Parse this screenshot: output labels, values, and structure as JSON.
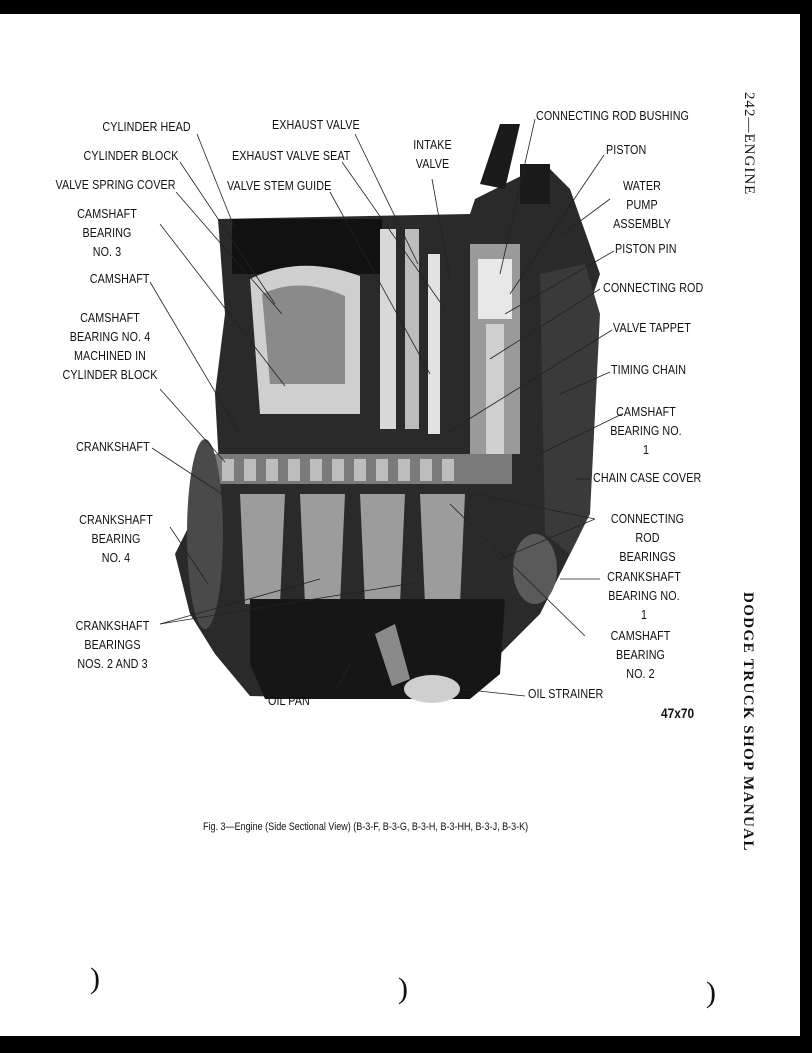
{
  "page_header": {
    "section": "242—ENGINE",
    "book_title": "DODGE TRUCK SHOP MANUAL"
  },
  "figure": {
    "number": "47x70",
    "caption": "Fig. 3—Engine (Side Sectional View) (B-3-F, B-3-G, B-3-H, B-3-HH, B-3-J, B-3-K)"
  },
  "labels": {
    "cylinder_head": "CYLINDER HEAD",
    "cylinder_block": "CYLINDER BLOCK",
    "valve_spring_cover": "VALVE SPRING COVER",
    "camshaft_bearing_3": "CAMSHAFT BEARING\nNO. 3",
    "camshaft": "CAMSHAFT",
    "camshaft_bearing_4": "CAMSHAFT\nBEARING NO. 4\nMACHINED IN\nCYLINDER BLOCK",
    "crankshaft": "CRANKSHAFT",
    "crankshaft_bearing_4": "CRANKSHAFT\nBEARING\nNO. 4",
    "crankshaft_bearings_2_3": "CRANKSHAFT\nBEARINGS\nNOS. 2 AND 3",
    "oil_pan": "OIL PAN",
    "exhaust_valve": "EXHAUST VALVE",
    "exhaust_valve_seat": "EXHAUST VALVE SEAT",
    "valve_stem_guide": "VALVE STEM GUIDE",
    "intake_valve": "INTAKE\nVALVE",
    "connecting_rod_bushing": "CONNECTING ROD BUSHING",
    "piston": "PISTON",
    "water_pump_assembly": "WATER PUMP\nASSEMBLY",
    "piston_pin": "PISTON PIN",
    "connecting_rod": "CONNECTING ROD",
    "valve_tappet": "VALVE TAPPET",
    "timing_chain": "TIMING CHAIN",
    "camshaft_bearing_1": "CAMSHAFT\nBEARING NO. 1",
    "chain_case_cover": "CHAIN CASE COVER",
    "connecting_rod_bearings": "CONNECTING ROD\nBEARINGS",
    "crankshaft_bearing_1": "CRANKSHAFT\nBEARING NO. 1",
    "camshaft_bearing_2": "CAMSHAFT BEARING\nNO. 2",
    "oil_strainer": "OIL STRAINER"
  },
  "margin_marks": [
    ")",
    ")",
    ")"
  ]
}
